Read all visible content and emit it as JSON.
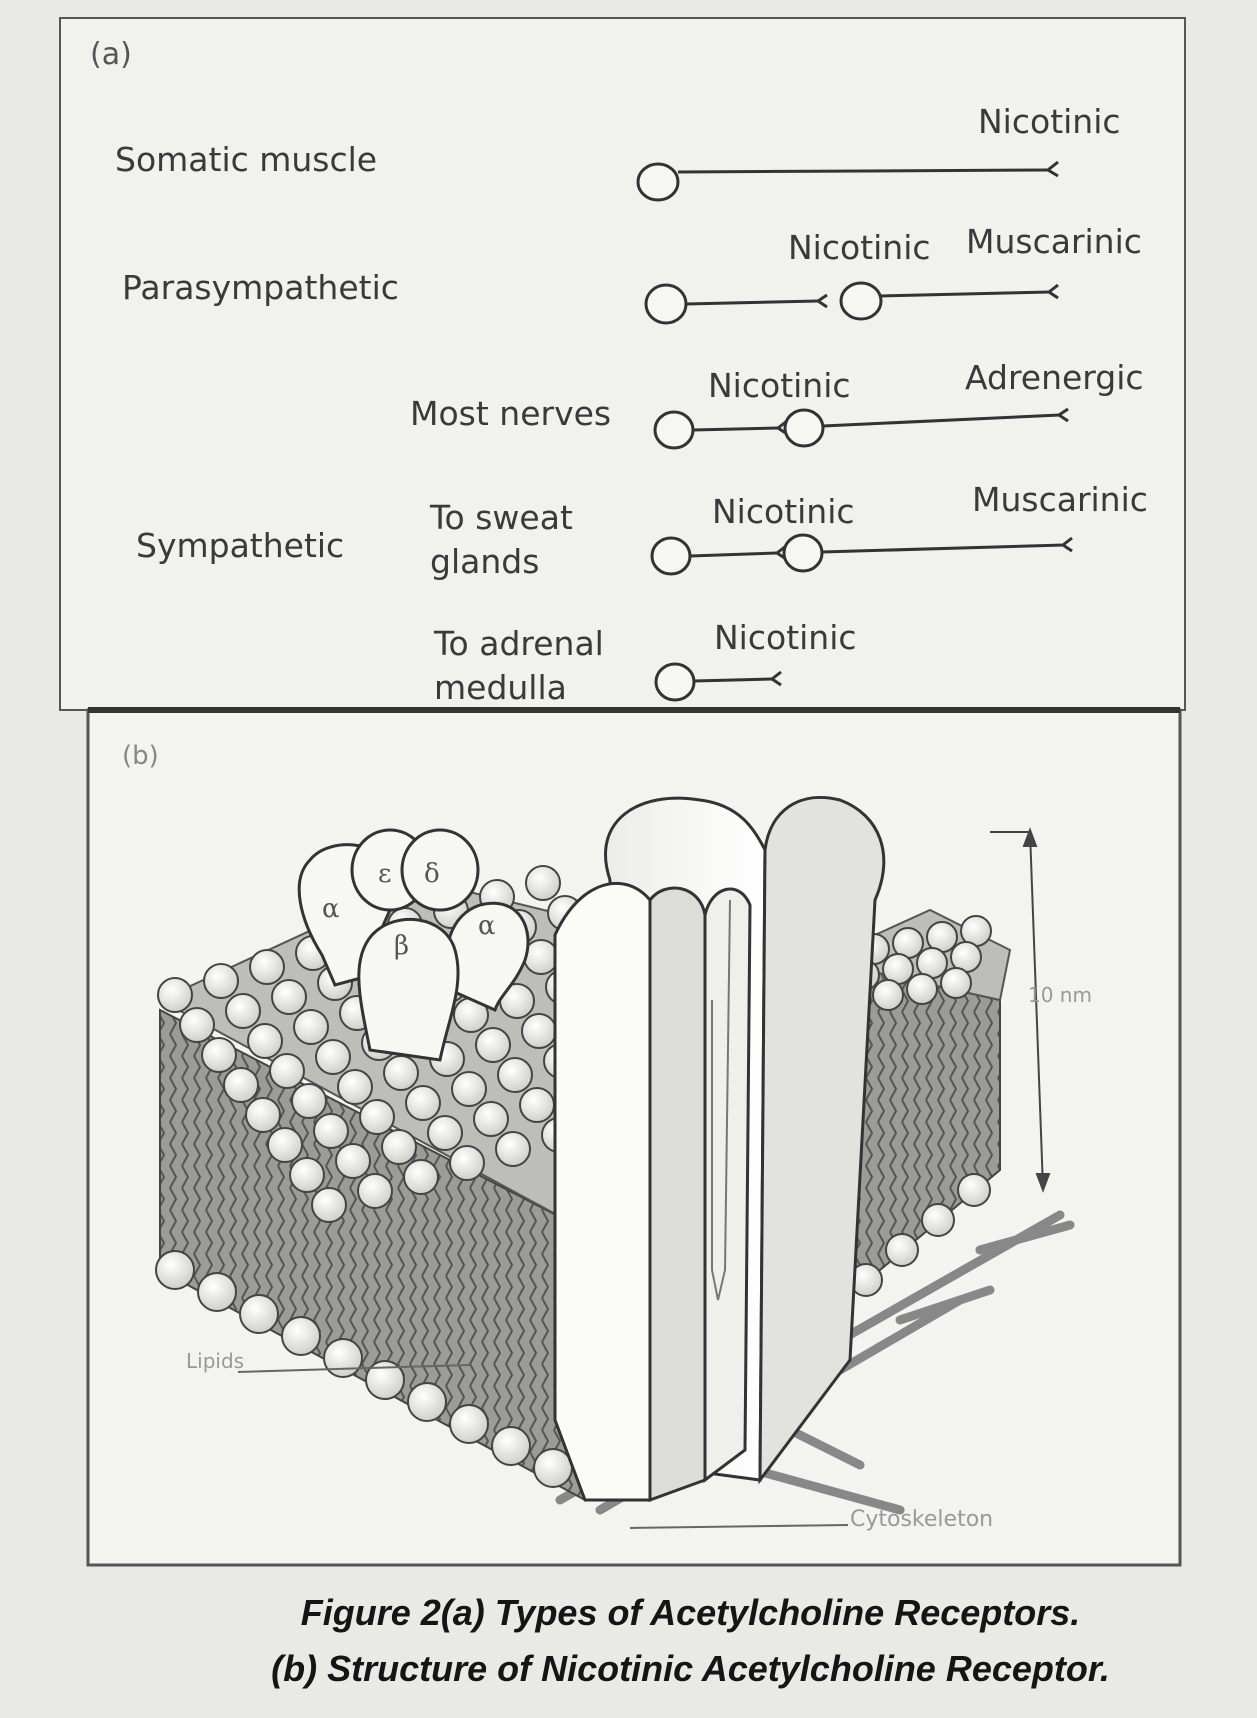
{
  "panel_a": {
    "label": "(a)",
    "rows": {
      "somatic": {
        "label": "Somatic muscle",
        "receptor": "Nicotinic"
      },
      "parasympathetic": {
        "label": "Parasympathetic",
        "receptor_1": "Nicotinic",
        "receptor_2": "Muscarinic"
      },
      "sympathetic": {
        "label": "Sympathetic"
      },
      "most_nerves": {
        "label": "Most nerves",
        "receptor_1": "Nicotinic",
        "receptor_2": "Adrenergic"
      },
      "sweat": {
        "label_line1": "To sweat",
        "label_line2": "glands",
        "receptor_1": "Nicotinic",
        "receptor_2": "Muscarinic"
      },
      "adrenal": {
        "label_line1": "To adrenal",
        "label_line2": "medulla",
        "receptor": "Nicotinic"
      }
    }
  },
  "panel_b": {
    "label": "(b)",
    "subunits": {
      "alpha_left": "α",
      "epsilon": "ε",
      "delta": "δ",
      "beta": "β",
      "alpha_right": "α"
    },
    "scale_label": "10 nm",
    "lipids_label": "Lipids",
    "cytoskeleton_label": "Cytoskeleton"
  },
  "caption": {
    "line1": "Figure 2(a) Types of Acetylcholine Receptors.",
    "line2": "(b) Structure of Nicotinic Acetylcholine Receptor."
  },
  "colors": {
    "stroke": "#3a3a3a",
    "paper": "#f2f2ef",
    "membrane": "#9a9a96"
  }
}
